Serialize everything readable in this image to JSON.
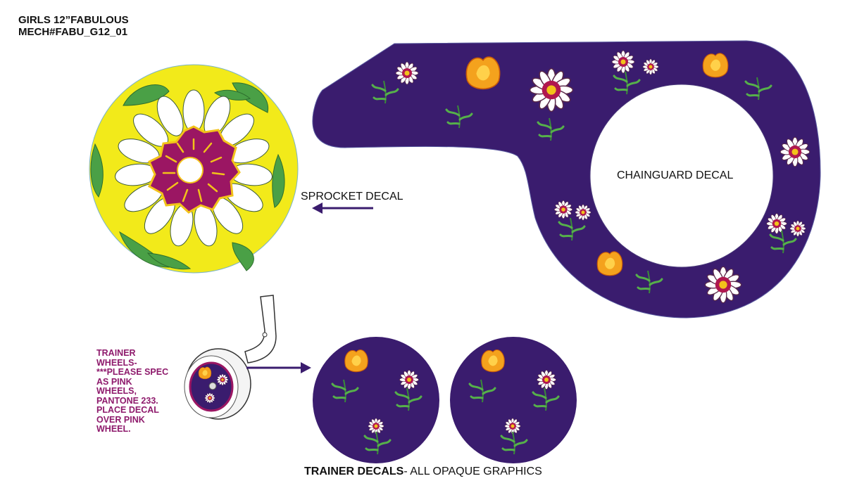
{
  "header": {
    "title_line1": "GIRLS 12”FABULOUS",
    "title_line2": "MECH#FABU_G12_01"
  },
  "labels": {
    "sprocket": "SPROCKET DECAL",
    "chainguard": "CHAINGUARD DECAL",
    "trainer_note": [
      "TRAINER",
      "WHEELS-",
      "***PLEASE SPEC",
      "AS PINK",
      "WHEELS,",
      "PANTONE 233.",
      "PLACE DECAL",
      "OVER PINK",
      "WHEEL."
    ],
    "trainer_decals_bold": "TRAINER DECALS",
    "trainer_decals_rest": "- ALL OPAQUE GRAPHICS"
  },
  "colors": {
    "purple": "#3a1c6e",
    "magenta": "#9b1663",
    "yellow": "#f2ea1a",
    "leaf_green": "#4aa046",
    "poppy_orange": "#f4a21d",
    "note_color": "#8e1a6c"
  },
  "icons": [
    "sprocket-decal-icon",
    "chainguard-decal-icon",
    "trainer-wheel-icon",
    "trainer-decal-icon",
    "arrow-left-icon",
    "arrow-right-icon"
  ]
}
